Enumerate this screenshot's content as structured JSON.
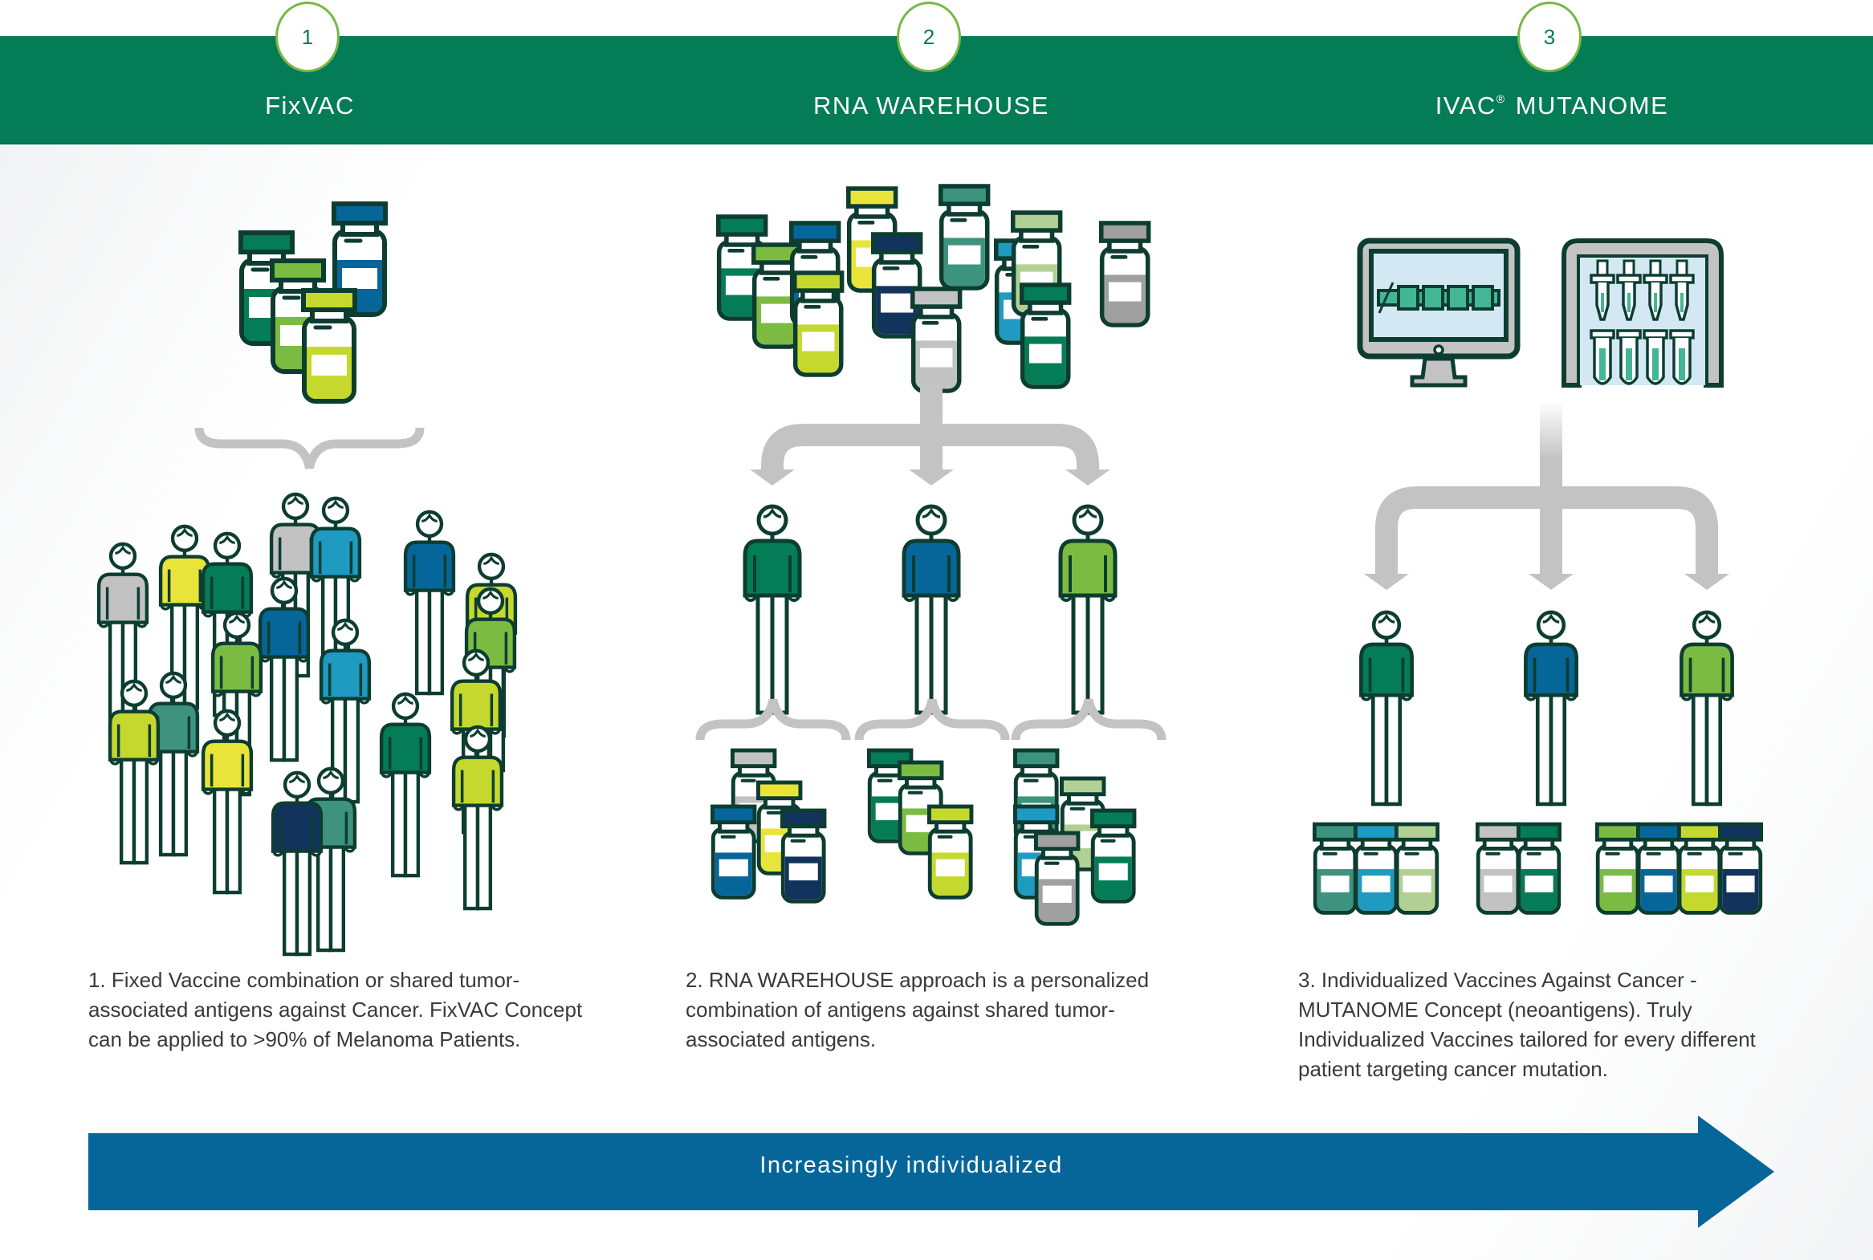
{
  "colors": {
    "band": "#047c55",
    "circle_border": "#78b843",
    "outline": "#0d3d31",
    "connector_gray": "#c3c3c3",
    "arrow_blue": "#066699",
    "palette": {
      "darkgreen": "#047c55",
      "blue": "#066699",
      "lightgreen": "#7cbb42",
      "lime": "#c4d82e",
      "yellow": "#e8e43a",
      "navy": "#12335c",
      "teal": "#3d937e",
      "cyan": "#1f9ac1",
      "sage": "#b3d094",
      "gray": "#c2c2c2",
      "darkgray": "#a0a0a0",
      "screen": "#d4e8f4",
      "mint": "#42b695"
    }
  },
  "steps": [
    {
      "number": "1",
      "title": "FixVAC",
      "trademark": ""
    },
    {
      "number": "2",
      "title": "RNA WAREHOUSE",
      "trademark": ""
    },
    {
      "number": "3",
      "title": "MUTANOME",
      "prefix": "IVAC",
      "trademark": "®"
    }
  ],
  "descriptions": [
    "1. Fixed Vaccine combination or shared tumor-associated antigens against Cancer. FixVAC Concept can be applied to >90% of Melanoma Patients.",
    "2. RNA WAREHOUSE approach is a personalized combination of antigens against shared tumor-associated antigens.",
    "3. Individualized Vaccines Against Cancer - MUTANOME Concept (neoantigens). Truly Individualized Vaccines tailored for every different patient targeting cancer mutation."
  ],
  "progress_arrow": {
    "label": "Increasingly individualized"
  },
  "illustrations": {
    "fixvac": {
      "vials": [
        "darkgreen",
        "lightgreen",
        "blue",
        "lime"
      ],
      "crowd_shirts": [
        "gray",
        "yellow",
        "darkgreen",
        "gray",
        "cyan",
        "blue",
        "lime",
        "lightgreen",
        "blue",
        "cyan",
        "lightgreen",
        "teal",
        "lime",
        "lime",
        "yellow",
        "navy",
        "teal",
        "darkgreen",
        "lime"
      ]
    },
    "warehouse": {
      "vials": [
        "darkgreen",
        "lightgreen",
        "blue",
        "lime",
        "yellow",
        "navy",
        "gray",
        "teal",
        "cyan",
        "sage",
        "darkgreen",
        "darkgray"
      ],
      "patients": [
        {
          "shirt": "darkgreen",
          "vials": [
            "gray",
            "yellow",
            "blue",
            "navy"
          ]
        },
        {
          "shirt": "blue",
          "vials": [
            "darkgreen",
            "lightgreen",
            "lime"
          ]
        },
        {
          "shirt": "lightgreen",
          "vials": [
            "teal",
            "sage",
            "cyan",
            "darkgray",
            "darkgreen"
          ]
        }
      ]
    },
    "mutanome": {
      "patients": [
        {
          "shirt": "darkgreen",
          "vials": [
            "teal",
            "cyan",
            "sage"
          ]
        },
        {
          "shirt": "blue",
          "vials": [
            "gray",
            "darkgreen"
          ]
        },
        {
          "shirt": "lightgreen",
          "vials": [
            "lightgreen",
            "blue",
            "lime",
            "navy"
          ]
        }
      ]
    }
  }
}
